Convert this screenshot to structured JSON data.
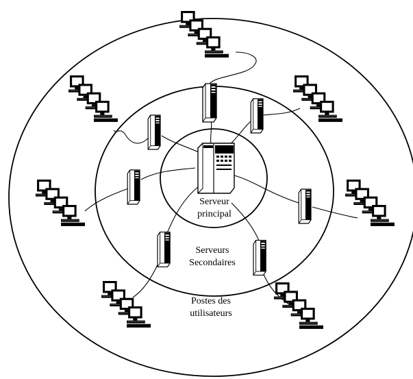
{
  "labels": {
    "main_server_line1": "Serveur",
    "main_server_line2": "principal",
    "secondary_line1": "Serveurs",
    "secondary_line2": "Secondaires",
    "users_line1": "Postes des",
    "users_line2": "utilisateurs"
  },
  "rings": [
    {
      "name": "main-server-ring",
      "label": "Serveur principal"
    },
    {
      "name": "secondary-servers-ring",
      "label": "Serveurs Secondaires"
    },
    {
      "name": "user-workstations-ring",
      "label": "Postes des utilisateurs"
    }
  ],
  "colors": {
    "ink": "#000000",
    "background": "#ffffff",
    "screen": "#ffffff"
  }
}
